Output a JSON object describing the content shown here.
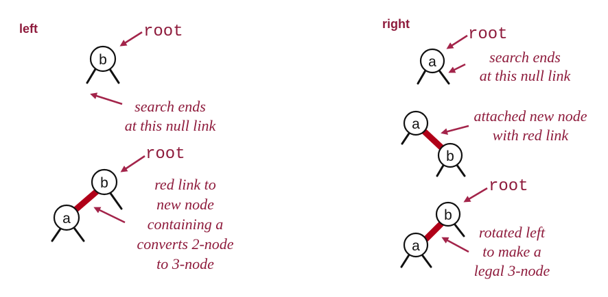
{
  "colors": {
    "accent": "#8e1b3c",
    "red_link": "#b00018",
    "ink": "#111111"
  },
  "left": {
    "heading": "left",
    "before": {
      "root_label": "root",
      "node": "b",
      "note": [
        "search ends",
        "at this null link"
      ]
    },
    "after": {
      "root_label": "root",
      "nodes": [
        "b",
        "a"
      ],
      "note": [
        "red link to",
        "new node",
        "containing a",
        "converts 2-node",
        "to 3-node"
      ]
    }
  },
  "right": {
    "heading": "right",
    "step1": {
      "root_label": "root",
      "node": "a",
      "note": [
        "search ends",
        "at this null link"
      ]
    },
    "step2": {
      "nodes": [
        "a",
        "b"
      ],
      "note": [
        "attached new node",
        "with red link"
      ]
    },
    "step3": {
      "root_label": "root",
      "nodes": [
        "b",
        "a"
      ],
      "note": [
        "rotated left",
        "to make a",
        "legal 3-node"
      ]
    }
  }
}
